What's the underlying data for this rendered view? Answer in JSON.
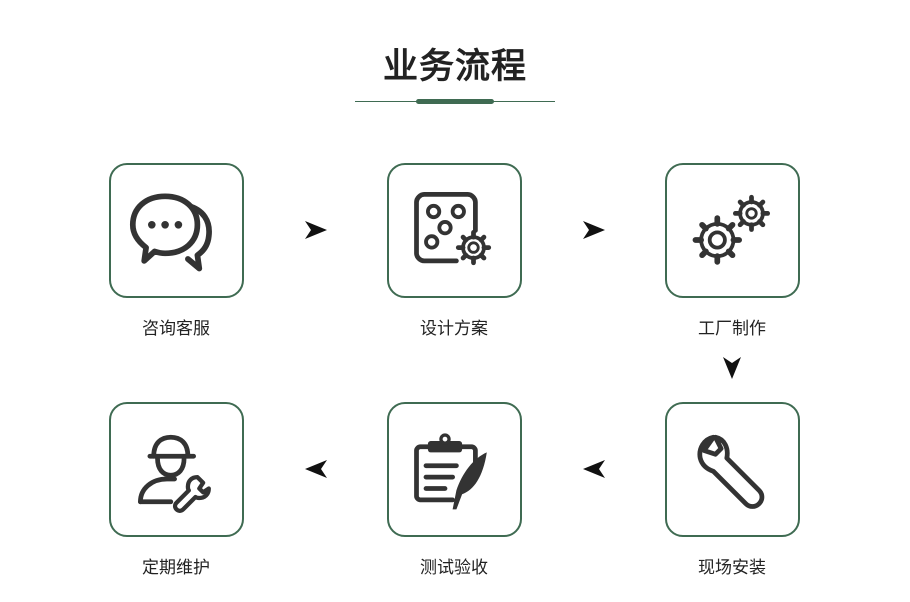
{
  "header": {
    "title": "业务流程"
  },
  "colors": {
    "accent": "#3f6b52",
    "icon": "#333333"
  },
  "steps": [
    {
      "label": "咨询客服",
      "icon": "chat-bubbles-icon"
    },
    {
      "label": "设计方案",
      "icon": "design-board-gear-icon"
    },
    {
      "label": "工厂制作",
      "icon": "gears-icon"
    },
    {
      "label": "现场安装",
      "icon": "wrench-icon"
    },
    {
      "label": "测试验收",
      "icon": "clipboard-quill-icon"
    },
    {
      "label": "定期维护",
      "icon": "worker-wrench-icon"
    }
  ]
}
